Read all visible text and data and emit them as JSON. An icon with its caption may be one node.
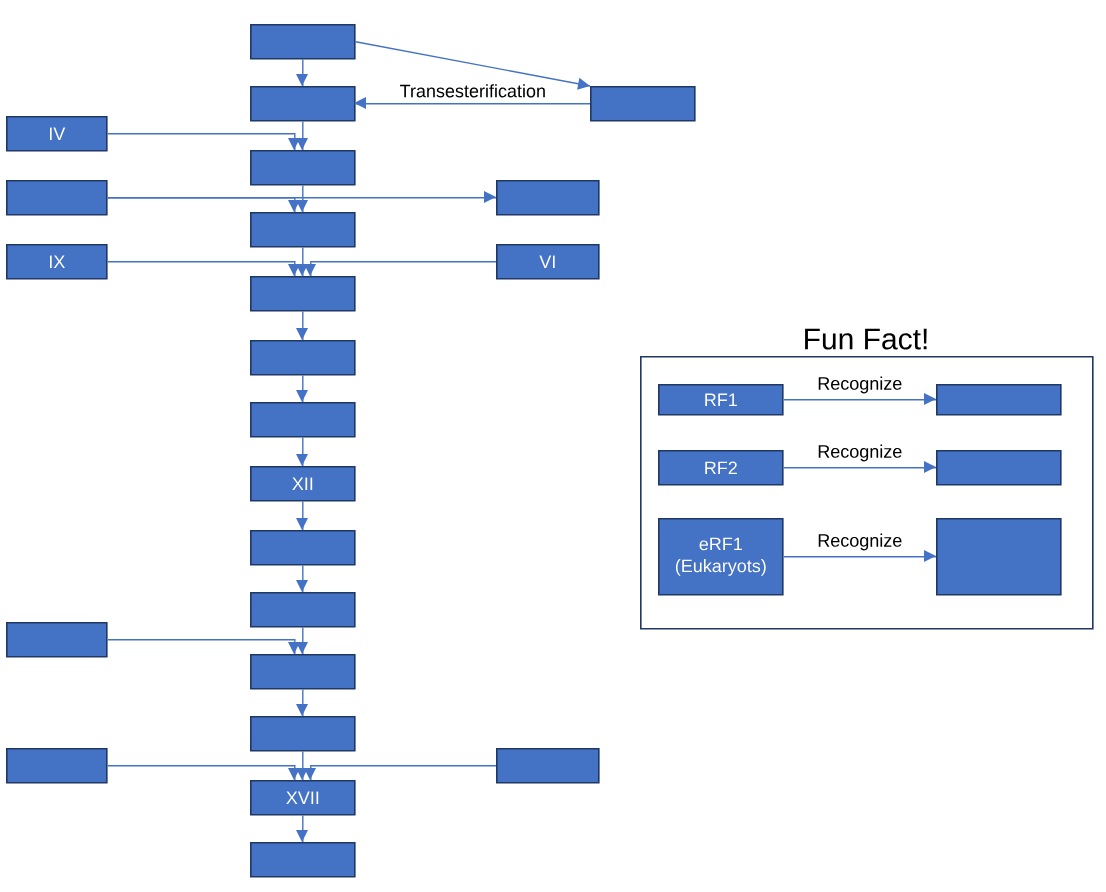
{
  "diagram": {
    "nodes": [
      {
        "text": [],
        "shape": "box"
      },
      {
        "text": [],
        "shape": "box"
      },
      {
        "text": [],
        "shape": "box"
      },
      {
        "text": [],
        "shape": "box"
      },
      {
        "text": [],
        "shape": "box"
      },
      {
        "text": [],
        "shape": "box"
      },
      {
        "text": [],
        "shape": "box"
      },
      {
        "text": [
          "XII"
        ]
      },
      {
        "text": [],
        "shape": "box"
      },
      {
        "text": [],
        "shape": "box"
      },
      {
        "text": [],
        "shape": "box"
      },
      {
        "text": [],
        "shape": "box"
      },
      {
        "text": [
          "XVII"
        ]
      },
      {
        "text": [],
        "shape": "box"
      },
      {
        "text": [],
        "shape": "box"
      },
      {
        "text": [
          "IV"
        ]
      },
      {
        "text": [],
        "shape": "box"
      },
      {
        "text": [],
        "shape": "box"
      },
      {
        "text": [
          "IX"
        ]
      },
      {
        "text": [
          "VI"
        ]
      },
      {
        "text": [],
        "shape": "box"
      },
      {
        "text": [],
        "shape": "box"
      },
      {
        "text": [],
        "shape": "box"
      },
      {
        "text": [
          "Fun Fact!"
        ]
      },
      {
        "text": [
          "RF1"
        ],
        "in": 23
      },
      {
        "text": [],
        "shape": "box",
        "in": 23
      },
      {
        "text": [
          "RF2"
        ],
        "in": 23
      },
      {
        "text": [],
        "shape": "box",
        "in": 23
      },
      {
        "text": [
          "eRF1 (Eukaryots)"
        ],
        "in": 23
      },
      {
        "text": [],
        "shape": "box",
        "in": 23
      }
    ],
    "edges": [
      {
        "from": 0,
        "to": 1,
        "arrow": "to"
      },
      {
        "from": 1,
        "to": 2,
        "arrow": "to"
      },
      {
        "from": 2,
        "to": 3,
        "arrow": "to"
      },
      {
        "from": 3,
        "to": 4,
        "arrow": "to"
      },
      {
        "from": 4,
        "to": 5,
        "arrow": "to"
      },
      {
        "from": 5,
        "to": 6,
        "arrow": "to"
      },
      {
        "from": 6,
        "to": 7,
        "arrow": "to"
      },
      {
        "from": 7,
        "to": 8,
        "arrow": "to"
      },
      {
        "from": 8,
        "to": 9,
        "arrow": "to"
      },
      {
        "from": 9,
        "to": 10,
        "arrow": "to"
      },
      {
        "from": 10,
        "to": 11,
        "arrow": "to"
      },
      {
        "from": 11,
        "to": 12,
        "arrow": "to"
      },
      {
        "from": 12,
        "to": 13,
        "arrow": "to"
      },
      {
        "from": 0,
        "to": 14,
        "arrow": "to"
      },
      {
        "from": 14,
        "to": 1,
        "arrow": "to",
        "label": "Transesterification"
      },
      {
        "from": 15,
        "to": 2,
        "arrow": "to"
      },
      {
        "from": 16,
        "to": 3,
        "arrow": "to"
      },
      {
        "from": 16,
        "to": 17,
        "arrow": "to"
      },
      {
        "from": 18,
        "to": 4,
        "arrow": "to"
      },
      {
        "from": 19,
        "to": 4,
        "arrow": "to"
      },
      {
        "from": 20,
        "to": 10,
        "arrow": "to"
      },
      {
        "from": 21,
        "to": 12,
        "arrow": "to"
      },
      {
        "from": 22,
        "to": 12,
        "arrow": "to"
      },
      {
        "from": 24,
        "to": 25,
        "arrow": "to",
        "label": "Recognize"
      },
      {
        "from": 26,
        "to": 27,
        "arrow": "to",
        "label": "Recognize"
      },
      {
        "from": 28,
        "to": 29,
        "arrow": "to",
        "label": "Recognize"
      }
    ]
  }
}
